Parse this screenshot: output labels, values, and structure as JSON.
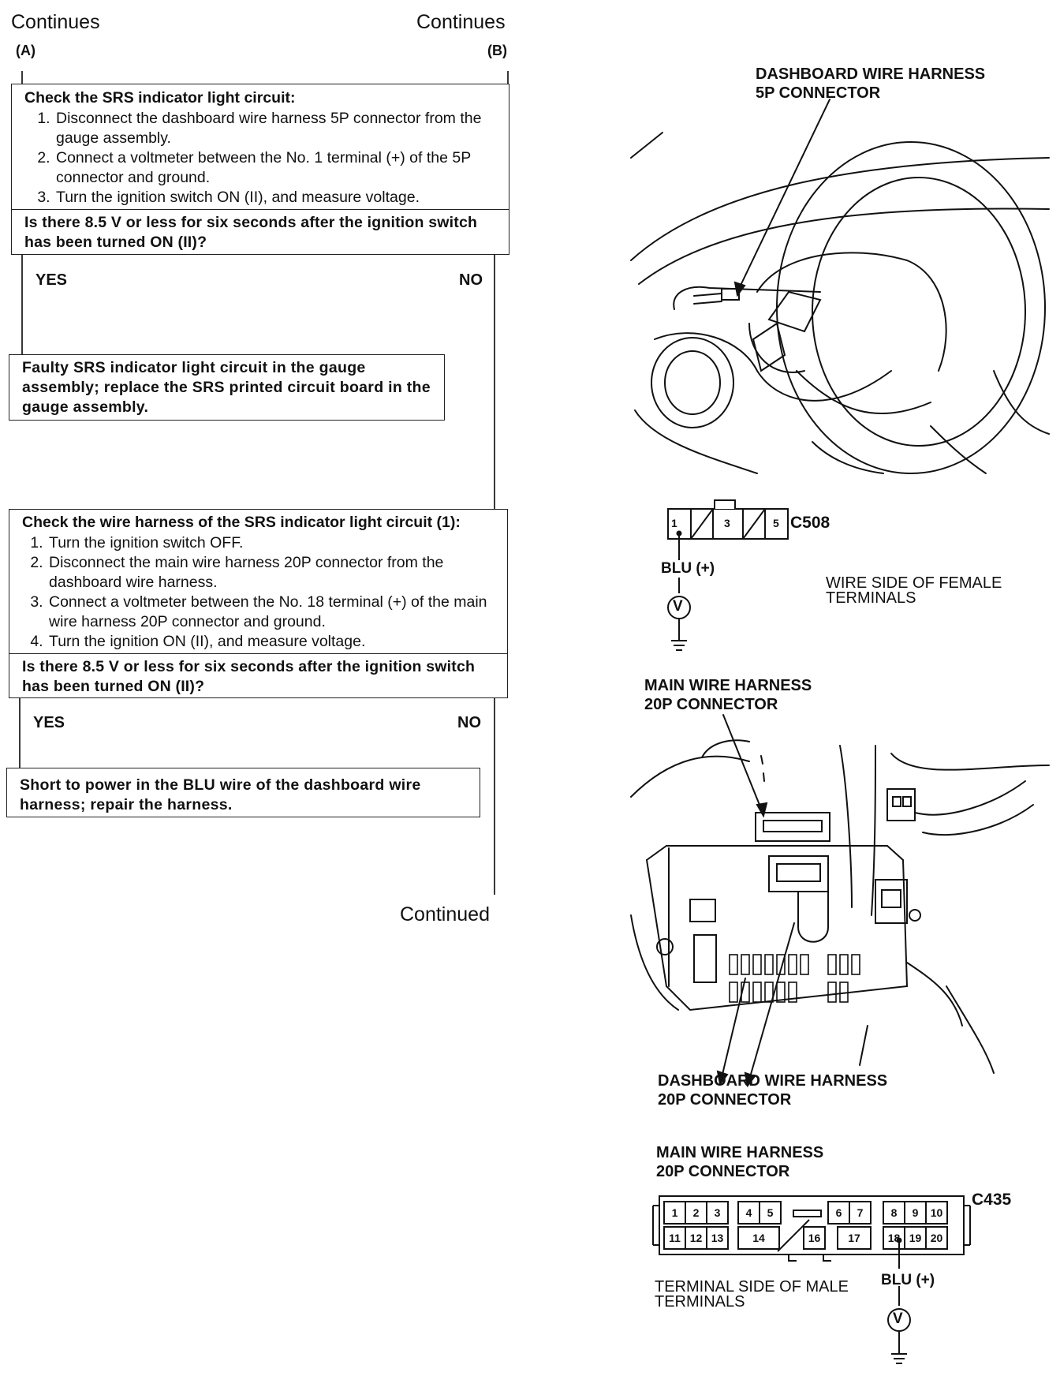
{
  "top": {
    "continues_left": "Continues",
    "continues_right": "Continues",
    "tag_left": "(A)",
    "tag_right": "(B)"
  },
  "step1": {
    "title": "Check the SRS indicator light circuit:",
    "steps": [
      "Disconnect the dashboard wire harness 5P connector from the gauge assembly.",
      "Connect a voltmeter between the No. 1 terminal (+) of the 5P connector and ground.",
      "Turn the ignition switch ON (II), and measure voltage."
    ],
    "question": "Is there 8.5 V or less for six seconds after the ignition switch has been turned ON (II)?",
    "yes": "YES",
    "no": "NO",
    "result_yes": "Faulty SRS indicator light circuit in the gauge assembly; replace the SRS printed circuit board in the gauge assembly."
  },
  "step2": {
    "title": "Check the wire harness of the SRS indicator light circuit (1):",
    "steps": [
      "Turn the ignition switch OFF.",
      "Disconnect the main wire harness 20P connector from the dashboard wire harness.",
      "Connect a voltmeter between the No. 18 terminal (+) of the main wire harness 20P connector and ground.",
      "Turn the ignition ON (II), and measure voltage."
    ],
    "question": "Is there 8.5 V or less for six seconds after the ignition switch has been turned ON (II)?",
    "yes": "YES",
    "no": "NO",
    "result_yes": "Short to power in the BLU wire of the dashboard wire harness; repair the harness."
  },
  "continued": "Continued",
  "diagram1": {
    "label_line1": "DASHBOARD WIRE HARNESS",
    "label_line2": "5P CONNECTOR"
  },
  "c508": {
    "id": "C508",
    "terminals": [
      "1",
      "3",
      "5"
    ],
    "wire": "BLU (+)",
    "meter": "V",
    "side_line1": "WIRE SIDE OF FEMALE",
    "side_line2": "TERMINALS"
  },
  "diagram2": {
    "top_line1": "MAIN WIRE HARNESS",
    "top_line2": "20P CONNECTOR",
    "bottom_line1": "DASHBOARD WIRE HARNESS",
    "bottom_line2": "20P CONNECTOR"
  },
  "c435": {
    "title_line1": "MAIN WIRE HARNESS",
    "title_line2": "20P CONNECTOR",
    "id": "C435",
    "row1": [
      "1",
      "2",
      "3",
      "4",
      "5",
      "6",
      "7",
      "8",
      "9",
      "10"
    ],
    "row2": [
      "11",
      "12",
      "13",
      "14",
      "16",
      "17",
      "18",
      "19",
      "20"
    ],
    "side_line1": "TERMINAL SIDE OF MALE",
    "side_line2": "TERMINALS",
    "wire": "BLU (+)",
    "meter": "V"
  }
}
